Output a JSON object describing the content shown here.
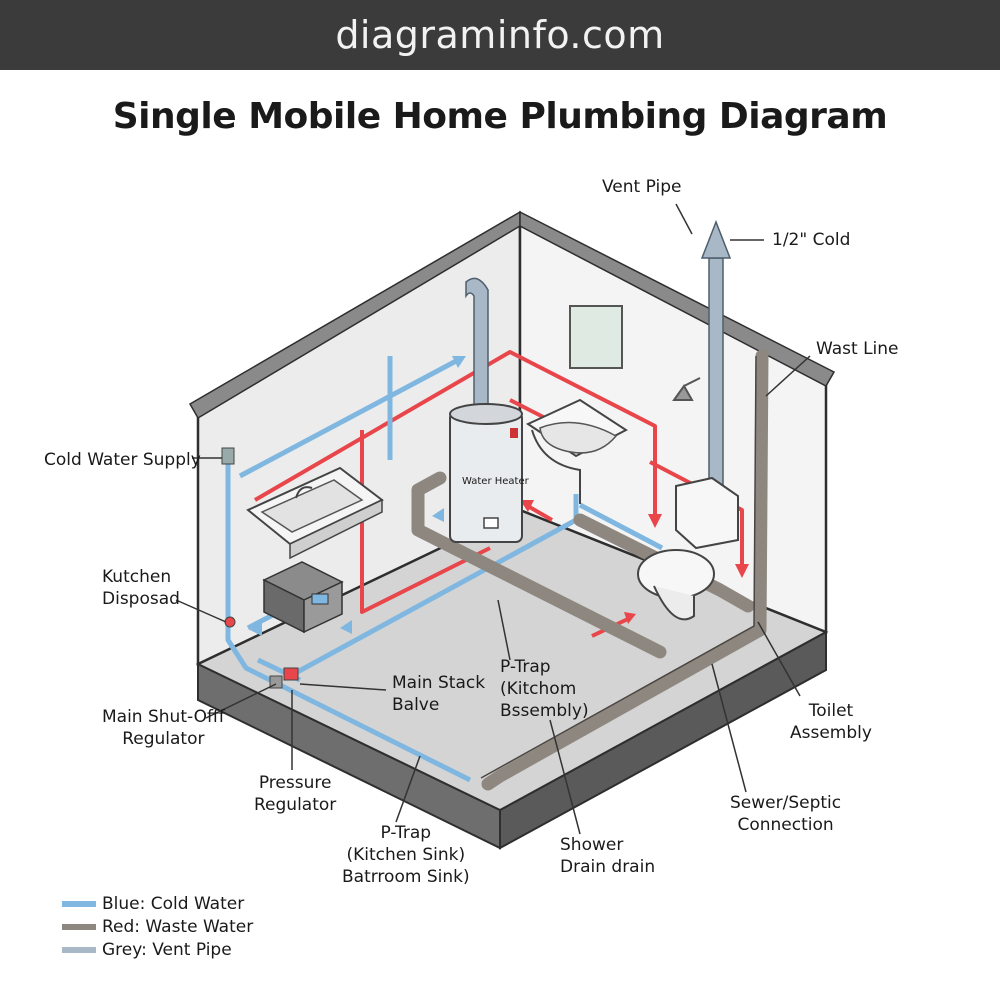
{
  "header": {
    "site": "diagraminfo.com"
  },
  "title": "Single Mobile Home Plumbing Diagram",
  "colors": {
    "cold": "#7fb7e0",
    "hot": "#e8464a",
    "waste": "#8e877f",
    "vent": "#a9b8c6",
    "header_bg": "#3b3b3b"
  },
  "fixtures": {
    "water_heater": "Water Heater"
  },
  "labels": {
    "vent_pipe": "Vent Pipe",
    "half_cold": "1/2\" Cold",
    "wast_line": "Wast Line",
    "cold_water_supply": "Cold Water Supply",
    "kitchen_disposad": [
      "Kutchen",
      "Disposad"
    ],
    "main_stack": [
      "Main Stack",
      "Balve"
    ],
    "p_trap_kitchom": [
      "P-Trap",
      "(Kitchom",
      "Bssembly)"
    ],
    "main_shutoff": [
      "Main Shut-Offf",
      "Regulator"
    ],
    "pressure_regulator": [
      "Pressure",
      "Regulator"
    ],
    "p_trap_kitchen": [
      "P-Trap",
      "(Kitchen Sink)",
      "Batrroom Sink)"
    ],
    "shower_drain": [
      "Shower",
      "Drain drain"
    ],
    "sewer_septic": [
      "Sewer/Septic",
      "Connection"
    ],
    "toilet_assembly": [
      "Toilet",
      "Assembly"
    ]
  },
  "legend": [
    {
      "label": "Blue: Cold Water",
      "color": "#7fb7e0",
      "icon": "blue-line"
    },
    {
      "label": "Red: Waste Water",
      "color": "#8e877f",
      "icon": "brown-line"
    },
    {
      "label": "Grey: Vent Pipe",
      "color": "#a9b8c6",
      "icon": "grey-line"
    }
  ]
}
